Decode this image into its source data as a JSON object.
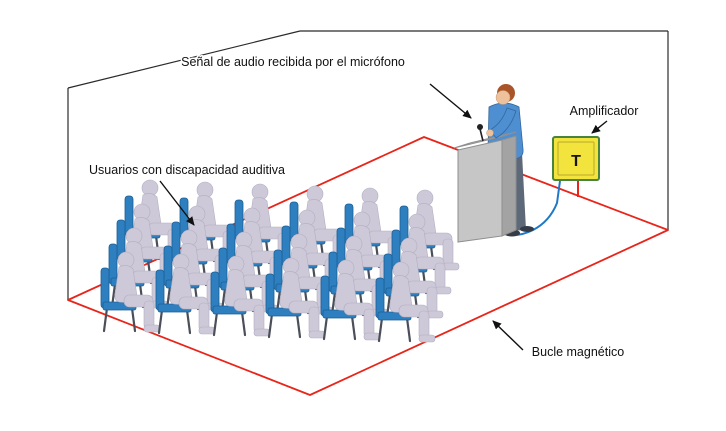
{
  "diagram": {
    "labels": {
      "mic_signal": "Señal de audio recibida por el micrófono",
      "users": "Usuarios con discapacidad auditiva",
      "amplifier": "Amplificador",
      "loop": "Bucle magnético"
    },
    "amplifier_symbol": "T",
    "audience": {
      "rows": 4,
      "seats_per_row": 6
    },
    "colors": {
      "loop_wire": "#e8251a",
      "mic_wire": "#1f78c8",
      "chair": "#2e7fc0",
      "person_silhouette": "#cdc9d8",
      "speaker_shirt": "#4e8fd2",
      "amplifier_body": "#f2e43c",
      "amplifier_border": "#48833f"
    }
  }
}
